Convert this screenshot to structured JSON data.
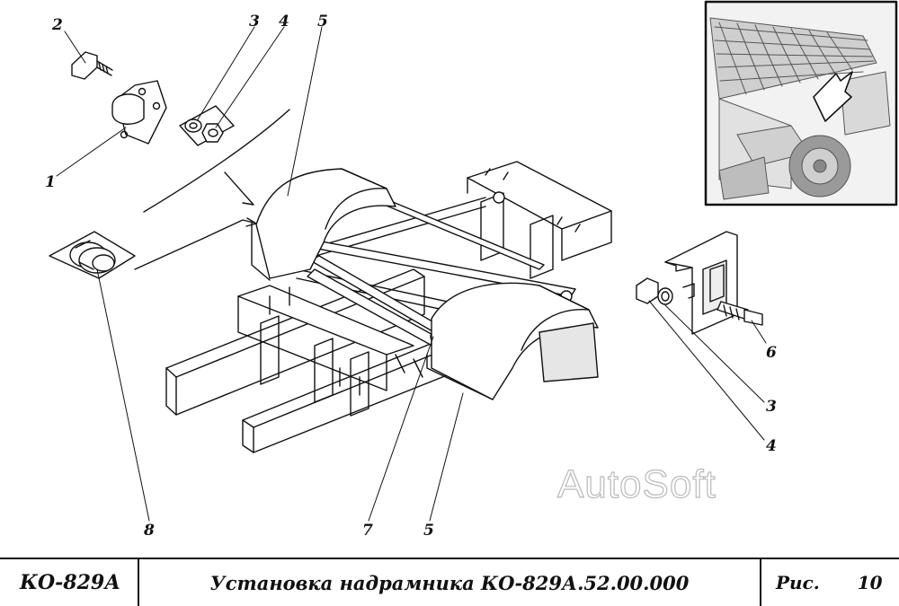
{
  "title_block": {
    "model": "КО-829А",
    "caption": "Установка надрамника КО-829А.52.00.000",
    "fig_label": "Рис.",
    "fig_number": "10"
  },
  "watermark": "AutoSoft",
  "callouts": [
    {
      "id": "c2",
      "text": "2"
    },
    {
      "id": "c3a",
      "text": "3"
    },
    {
      "id": "c4a",
      "text": "4"
    },
    {
      "id": "c5a",
      "text": "5"
    },
    {
      "id": "c1",
      "text": "1"
    },
    {
      "id": "c6",
      "text": "6"
    },
    {
      "id": "c3b",
      "text": "3"
    },
    {
      "id": "c4b",
      "text": "4"
    },
    {
      "id": "c8",
      "text": "8"
    },
    {
      "id": "c7",
      "text": "7"
    },
    {
      "id": "c5b",
      "text": "5"
    }
  ]
}
